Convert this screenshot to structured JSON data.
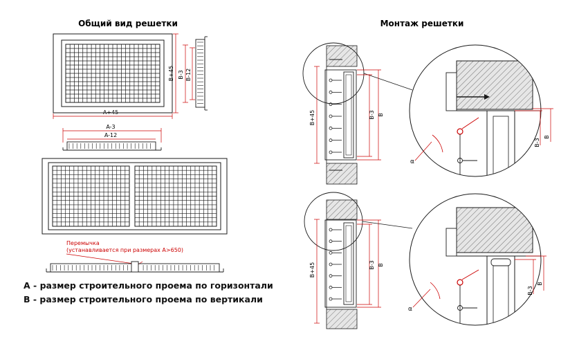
{
  "titles": {
    "general_view": "Общий вид решетки",
    "installation": "Монтаж решетки"
  },
  "dimensions": {
    "a_plus_45": "A+45",
    "a_minus_3": "A-3",
    "a_minus_12": "A-12",
    "b_plus_45": "B+45",
    "b_minus_3": "B-3",
    "b_minus_12": "B-12",
    "b": "B",
    "alpha": "α"
  },
  "jumper_note": {
    "line1": "Перемычка",
    "line2": "(устанавливается при размерах A>650)"
  },
  "legend": {
    "a_def": "А - размер строительного проема по горизонтали",
    "b_def": "В - размер строительного проема по вертикали"
  },
  "colors": {
    "line": "#1a1a1a",
    "dimension": "#cc0000"
  }
}
